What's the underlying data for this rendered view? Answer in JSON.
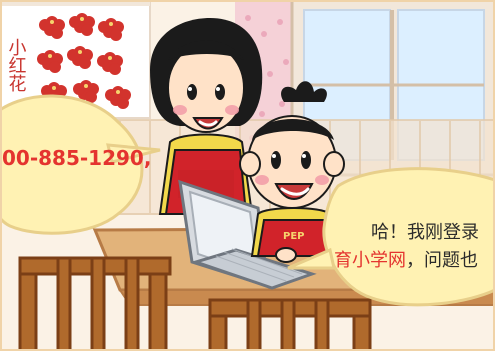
{
  "scene": {
    "poster_title": "小红花",
    "bubble_left_text": "00-885-1290,",
    "bubble_right_line1": "哈！我刚登录",
    "bubble_right_line2_highlight": "育小学网",
    "bubble_right_line2_rest": "，问题也",
    "shirt_label": "PEP"
  },
  "colors": {
    "wall": "#fbf2e6",
    "poster": "#ffffff",
    "flower": "#d2332d",
    "poster_text": "#c8352f",
    "curtain": "#f4cfd6",
    "curtain_dots": "#e9a0b5",
    "window_glass": "#dcefff",
    "table": "#e2b37a",
    "table_dark": "#c98a4f",
    "chair": "#b06a2c",
    "bubble": "#fff2b3",
    "bubble_stroke": "#e8cf8a",
    "accent_text": "#e4342f",
    "dark_text": "#2b2b2b",
    "skin": "#ffe2c8",
    "hair": "#1b1b1b",
    "red": "#d1232a",
    "yellow_shirt": "#f2d84b",
    "laptop": "#d7dbe0",
    "laptop_dark": "#a8afb7"
  }
}
